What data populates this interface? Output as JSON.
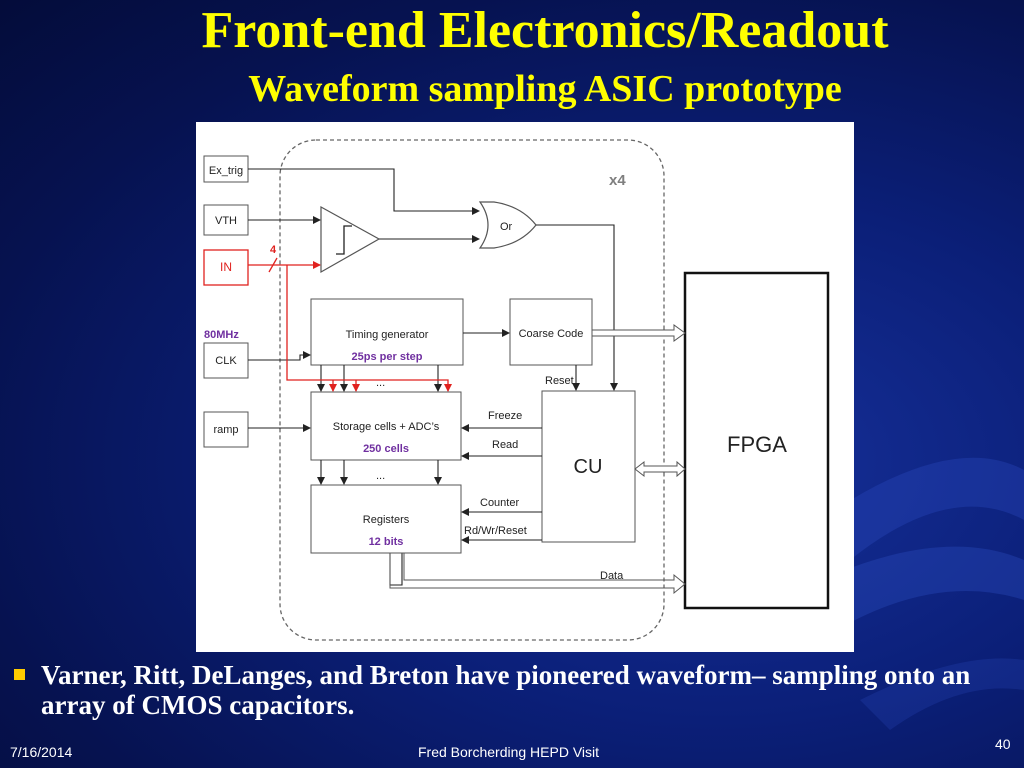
{
  "slide": {
    "title": "Front-end Electronics/Readout",
    "subtitle": "Waveform sampling ASIC prototype",
    "bullet": "Varner,  Ritt, DeLanges, and Breton have pioneered waveform– sampling onto an array  of CMOS capacitors.",
    "date": "7/16/2014",
    "presenter": "Fred Borcherding HEPD Visit",
    "page_number": "40"
  },
  "colors": {
    "title": "#ffff00",
    "bullet_marker": "#ffcc00",
    "accent_red": "#e0221f",
    "accent_purple": "#7030a0"
  },
  "diagram": {
    "multiplicity": "x4",
    "inputs": {
      "ex_trig": "Ex_trig",
      "vth": "VTH",
      "in": "IN",
      "in_width": "4",
      "clk_freq": "80MHz",
      "clk": "CLK",
      "ramp": "ramp"
    },
    "gates": {
      "or": "Or"
    },
    "blocks": {
      "timing_generator": "Timing generator",
      "timing_step": "25ps per step",
      "coarse_code": "Coarse Code",
      "storage_cells": "Storage cells + ADC’s",
      "storage_count": "250 cells",
      "registers": "Registers",
      "register_bits": "12 bits",
      "cu": "CU",
      "fpga": "FPGA"
    },
    "signals": {
      "reset": "Reset",
      "freeze": "Freeze",
      "read": "Read",
      "counter": "Counter",
      "rdwr_reset": "Rd/Wr/Reset",
      "data": "Data",
      "ellipsis": "..."
    }
  }
}
